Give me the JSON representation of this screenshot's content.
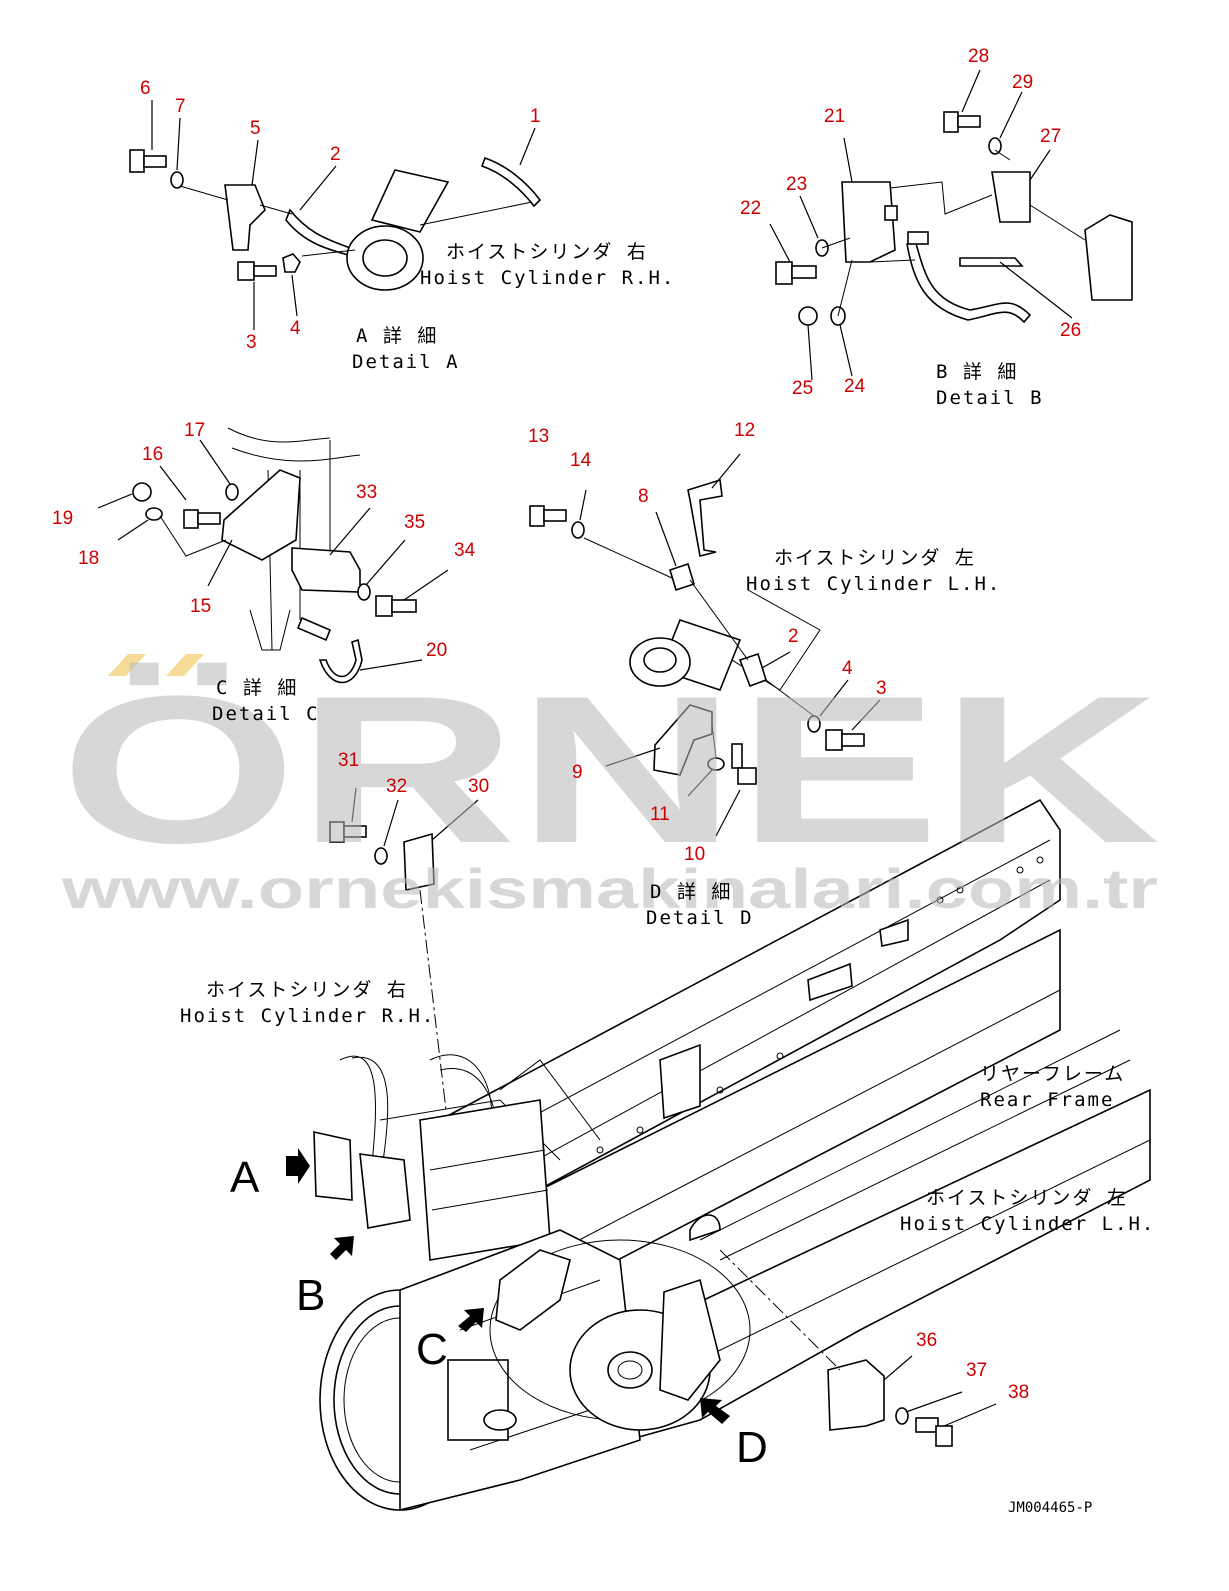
{
  "callouts": [
    "1",
    "2",
    "3",
    "4",
    "5",
    "6",
    "7",
    "2",
    "3",
    "4",
    "8",
    "9",
    "10",
    "11",
    "12",
    "13",
    "14",
    "15",
    "16",
    "17",
    "18",
    "19",
    "20",
    "21",
    "22",
    "23",
    "24",
    "25",
    "26",
    "27",
    "28",
    "29",
    "30",
    "31",
    "32",
    "33",
    "34",
    "35",
    "36",
    "37",
    "38"
  ],
  "labels": {
    "hoist_rh_jp": "ホイストシリンダ 右",
    "hoist_rh_en": "Hoist Cylinder R.H.",
    "hoist_lh_jp": "ホイストシリンダ 左",
    "hoist_lh_en": "Hoist Cylinder L.H.",
    "detail_a_jp": "A 詳 細",
    "detail_a_en": "Detail A",
    "detail_b_jp": "B 詳 細",
    "detail_b_en": "Detail B",
    "detail_c_jp": "C 詳 細",
    "detail_c_en": "Detail C",
    "detail_d_jp": "D 詳 細",
    "detail_d_en": "Detail D",
    "rear_frame_jp": "リヤーフレーム",
    "rear_frame_en": "Rear Frame"
  },
  "view_letters": [
    "A",
    "B",
    "C",
    "D"
  ],
  "drawing_number": "JM004465-P",
  "watermark": {
    "brand": "ÖRNEK",
    "url": "www.ornekismakinalari.com.tr"
  },
  "colors": {
    "callout": "#cc0000",
    "line": "#000000",
    "watermark": "#b8b8b8",
    "watermark_accent": "#f2d27a"
  }
}
